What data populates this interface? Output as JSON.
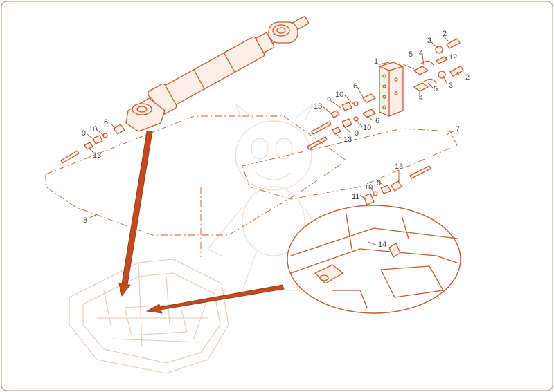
{
  "callouts": {
    "c1": "1",
    "c2a": "2",
    "c2b": "2",
    "c3a": "3",
    "c3b": "3",
    "c4a": "4",
    "c4b": "4",
    "c5a": "5",
    "c5b": "5",
    "c6a": "6",
    "c6b": "6",
    "c6c": "6",
    "c7": "7",
    "c8": "8",
    "c9a": "9",
    "c9b": "9",
    "c9c": "9",
    "c9d": "9",
    "c10a": "10",
    "c10b": "10",
    "c10c": "10",
    "c10d": "10",
    "c11": "11",
    "c12": "12",
    "c13a": "13",
    "c13b": "13",
    "c13c": "13",
    "c13d": "13",
    "c14": "14"
  },
  "colors": {
    "line": "#c45a2e",
    "arrow": "#c24a1c",
    "text": "#444444"
  }
}
